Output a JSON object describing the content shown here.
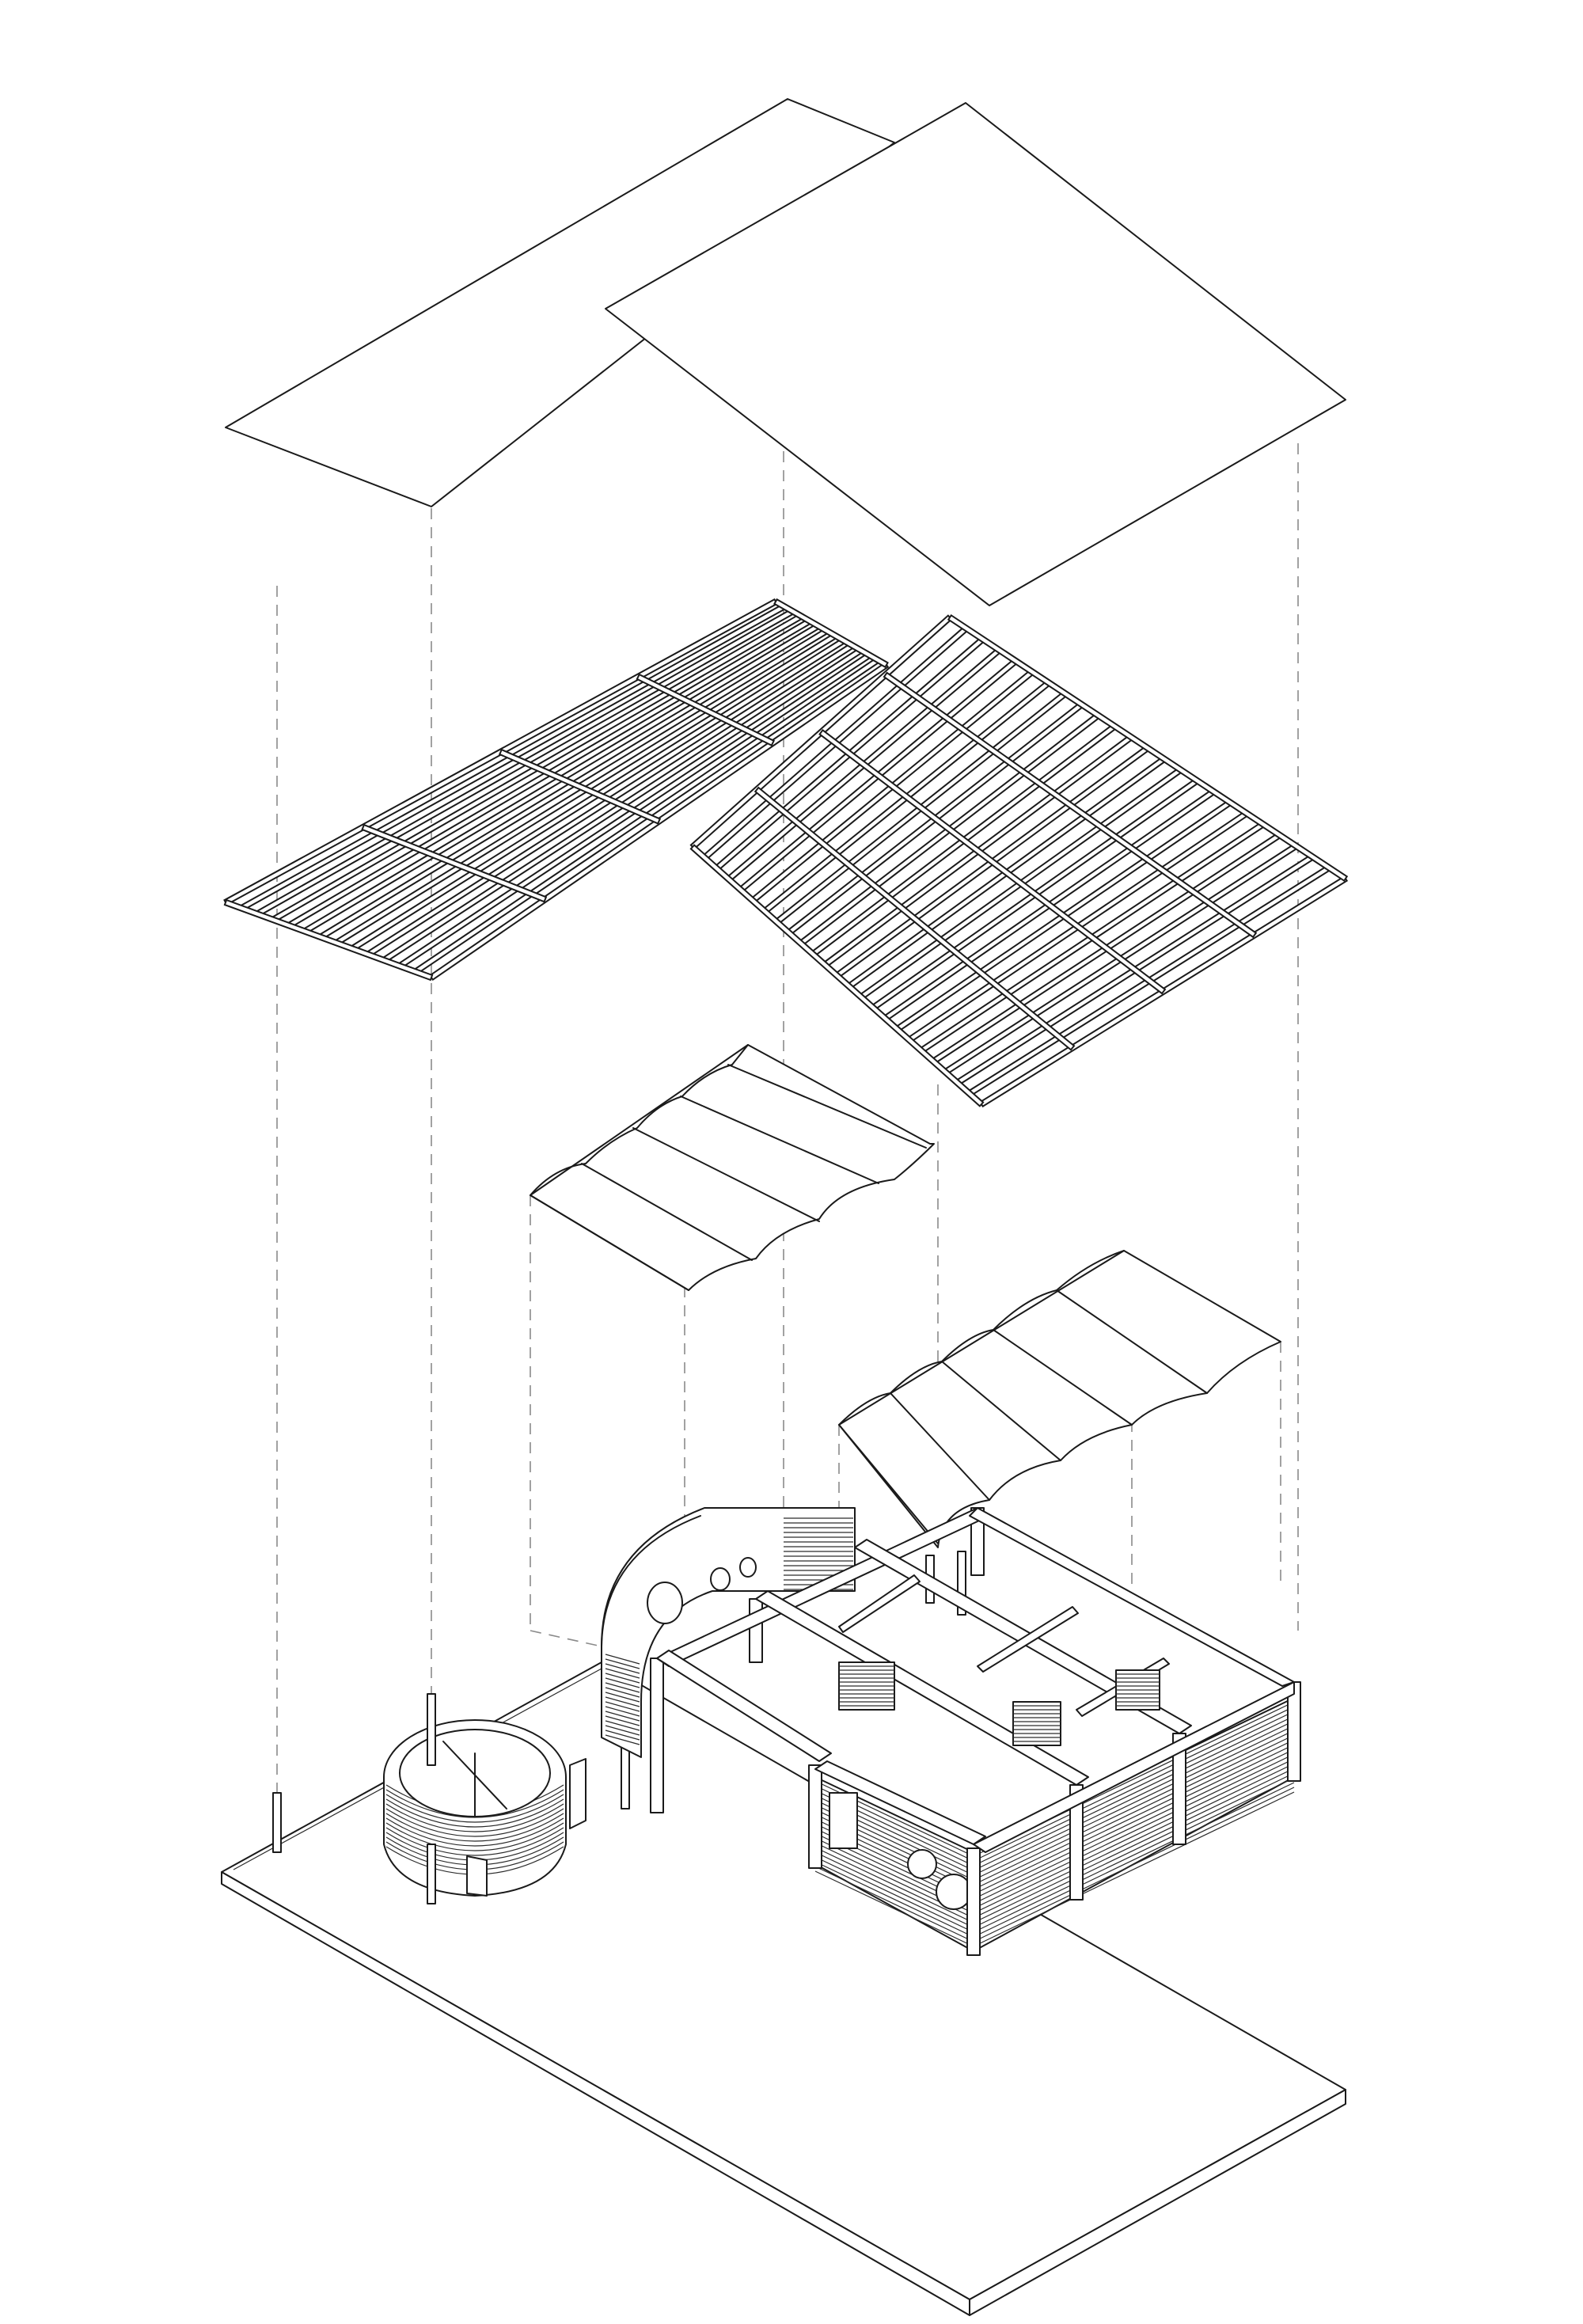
{
  "diagram": {
    "type": "exploded-axonometric",
    "layers": [
      "roof-panels",
      "rafter-grid",
      "fabric-canopy-left",
      "fabric-canopy-right",
      "walls-and-frame",
      "ground-slab"
    ],
    "colors": {
      "line": "#1a1a1a",
      "guide": "#8a8a8a",
      "background": "#ffffff"
    }
  }
}
